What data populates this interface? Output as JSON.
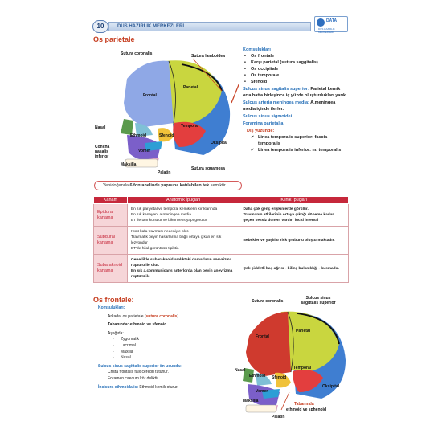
{
  "header": {
    "page_number": "10",
    "banner": "DUS HAZIRLIK MERKEZLERİ",
    "logo_text": "DATA",
    "logo_sub": "DUS HAZIRLIK MERKEZLERİ"
  },
  "parietale": {
    "title": "Os parietale",
    "figure_labels": {
      "sutura_coronalis": "Sutura coronalis",
      "sutura_lamboidea": "Sutura lamboidea",
      "parietal": "Parietal",
      "frontal": "Frontal",
      "nasal": "Nasal",
      "ethmoid": "Ethmoid",
      "sfenoid": "Sfenoid",
      "temporal": "Temporal",
      "oksipital": "Oksipital",
      "concha": "Concha nasalis inferior",
      "vomer": "Vomer",
      "maksilla": "Maksilla",
      "palatin": "Palatin",
      "sutura_squamosa": "Sutura squamosa"
    },
    "komsuluklari_title": "Komşulukları",
    "komsuluklari": [
      "Os frontale",
      "Karşı parietal (sutura saggitalis)",
      "Os occipitale",
      "Os temporale",
      "Sfenoid"
    ],
    "sulcus_sagittalis_label": "Sulcus sinus sagitalis superior:",
    "sulcus_sagittalis_text": " Parietal kemik orta hatta birleşince iç yüzde oluşturdukları yarık.",
    "sulcus_meninge_label": "Sulcus arteria meningea media:",
    "sulcus_meninge_text": " A.meningea media içinde ilerler.",
    "sulcus_sigmoidei": "Sulcus sinus sigmoidei",
    "foramina": "Foramina parietalia",
    "dis_yuzunde": "Dış yüzünde:",
    "dis_items": [
      "Linea temporalis superior: fascia temporalis",
      "Linea temporalis inferior: m. temporalis"
    ],
    "note_prefix": "Yenidoğanda ",
    "note_bold": "6 fontanelinde yapısına katılabilen tek",
    "note_suffix": " kemiktir."
  },
  "table": {
    "headers": [
      "Kanam",
      "Anatomik İpuçları",
      "Klinik İpuçları"
    ],
    "rows": [
      {
        "name": "Epidural kanama",
        "anatomic": [
          "En sık pariyetal ve temporal kemiklerin kırıklarında",
          "En sık kanayan: a.meningea media",
          "BT ile tanı konulur ve bikonveks yapı görülür"
        ],
        "clinic": [
          "Daha çok genç erişkinlerde görülür.",
          "Travmanın etkilerinin ortaya çıktığı döneme kadar geçen sessiz dönem vardır: lucid interval"
        ]
      },
      {
        "name": "Subdural kanama",
        "anatomic": [
          "Künt kafa travması nedeniyle olur.",
          "Travmatik beyin hasarlarına bağlı ortaya çıkan en sık lezyondur",
          "BT'de hilal görüntüsü tipiktir."
        ],
        "clinic": [
          "Bebekler ve yaşlılar risk grubunu oluşturmaktadır."
        ]
      },
      {
        "name": "Subaraknoid kanama",
        "anatomic": [
          "Genellikle subaraknoid aralıktaki damarların anevrizma rüptürü ile olur.",
          "En sık a.communicans anterlorda olan beyin anevrizma rüptürü ile"
        ],
        "clinic": [
          "Çok şiddetli baş ağrısı - bilinç bulanıklığı - kusmadır."
        ]
      }
    ]
  },
  "frontale": {
    "title": "Os frontale:",
    "komsuluklari_title": "Komşulukları:",
    "arkada_prefix": "Arkada: os parietale (",
    "arkada_red": "sutura coronalis",
    "arkada_suffix": ")",
    "tabaninda": "Tabanında: ethmoid ve sfenoid",
    "asagida": "Aşağıda:",
    "asagida_items": [
      "Zygomatik",
      "Lacrimal",
      "Maxilla",
      "Nasal"
    ],
    "sulcus_label": "Sulcus sinus sagittalis superior ön ucunda:",
    "sulcus_items": [
      "Crista frontalis falx cerebri tutunur.",
      "Foramen caecum kör deliktir."
    ],
    "incisura_label": "İncisura ethmoidalis:",
    "incisura_text": " Ethmoid kemik oturur.",
    "figure_labels": {
      "sutura_coronalis": "Sutura coronalis",
      "sulcus_sinus": "Sulcus sinus sagittalis superior",
      "frontal": "Frontal",
      "parietal": "Parietal",
      "ethmoid": "Ethmoid",
      "sfenoid": "Sfenoid",
      "temporal": "Temporal",
      "oksipital": "Oksipital",
      "nasal": "Nasal",
      "vomer": "Vomer",
      "maksilla": "Maksilla",
      "palatin": "Palatin",
      "tabaninda": "Tabanında",
      "ethmoid_sphenoid": "ethmoid ve sphenoid"
    }
  },
  "colors": {
    "red": "#c63d1f",
    "blue": "#2770b8",
    "table_header": "#c6283b"
  }
}
